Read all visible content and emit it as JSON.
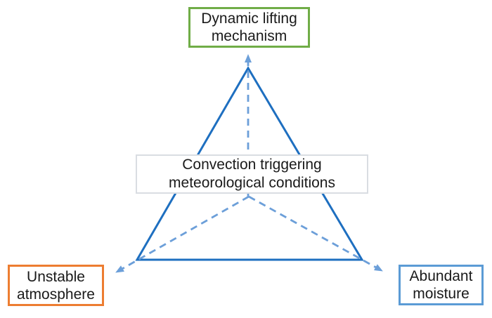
{
  "colors": {
    "triangle": "#1E6FC0",
    "dashed_arrow": "#6C9FD9",
    "top_box_border": "#70AD47",
    "left_box_border": "#ED7D31",
    "right_box_border": "#5B9BD5",
    "center_box_border": "#D9DDE2",
    "text": "#1A1A1A",
    "background": "#FFFFFF"
  },
  "nodes": {
    "top": {
      "line1": "Dynamic lifting",
      "line2": "mechanism"
    },
    "center": {
      "line1": "Convection triggering",
      "line2": "meteorological conditions"
    },
    "bottom_left": {
      "line1": "Unstable",
      "line2": "atmosphere"
    },
    "bottom_right": {
      "line1": "Abundant",
      "line2": "moisture"
    }
  }
}
